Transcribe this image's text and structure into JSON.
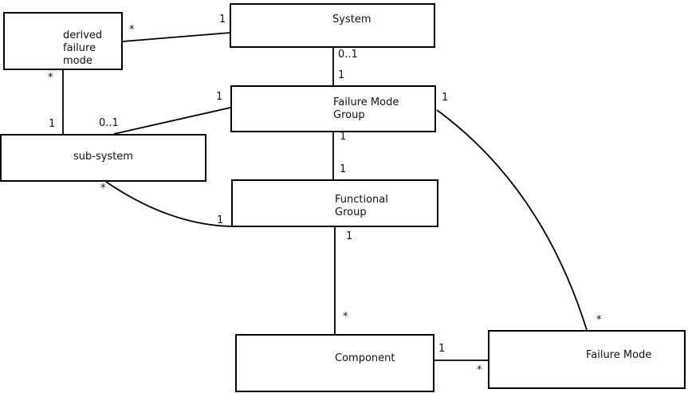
{
  "diagram": {
    "kind": "uml-class-diagram",
    "background_color": "#ffffff",
    "line_color": "#000000",
    "nodes": [
      {
        "id": "derived-failure-mode",
        "label": "derived\nfailure\nmode"
      },
      {
        "id": "system",
        "label": "System"
      },
      {
        "id": "failure-mode-group",
        "label": "Failure Mode\nGroup"
      },
      {
        "id": "sub-system",
        "label": "sub-system"
      },
      {
        "id": "functional-group",
        "label": "Functional\nGroup"
      },
      {
        "id": "component",
        "label": "Component"
      },
      {
        "id": "failure-mode",
        "label": "Failure Mode"
      }
    ],
    "edges": [
      {
        "from": "derived failure mode",
        "to": "System",
        "from_mult": "*",
        "to_mult": "1"
      },
      {
        "from": "System",
        "to": "Failure Mode Group",
        "from_mult": "0..1",
        "to_mult": "1"
      },
      {
        "from": "derived failure mode",
        "to": "sub-system",
        "from_mult": "*",
        "to_mult": "1"
      },
      {
        "from": "sub-system",
        "to": "Failure Mode Group",
        "from_mult": "0..1",
        "to_mult": "1"
      },
      {
        "from": "Failure Mode Group",
        "to": "Functional Group",
        "from_mult": "1",
        "to_mult": "1"
      },
      {
        "from": "sub-system",
        "to": "Functional Group",
        "from_mult": "*",
        "to_mult": "1"
      },
      {
        "from": "Functional Group",
        "to": "Component",
        "from_mult": "1",
        "to_mult": "*"
      },
      {
        "from": "Failure Mode Group",
        "to": "Failure Mode",
        "from_mult": "1",
        "to_mult": "*"
      },
      {
        "from": "Component",
        "to": "Failure Mode",
        "from_mult": "1",
        "to_mult": "*"
      }
    ]
  }
}
